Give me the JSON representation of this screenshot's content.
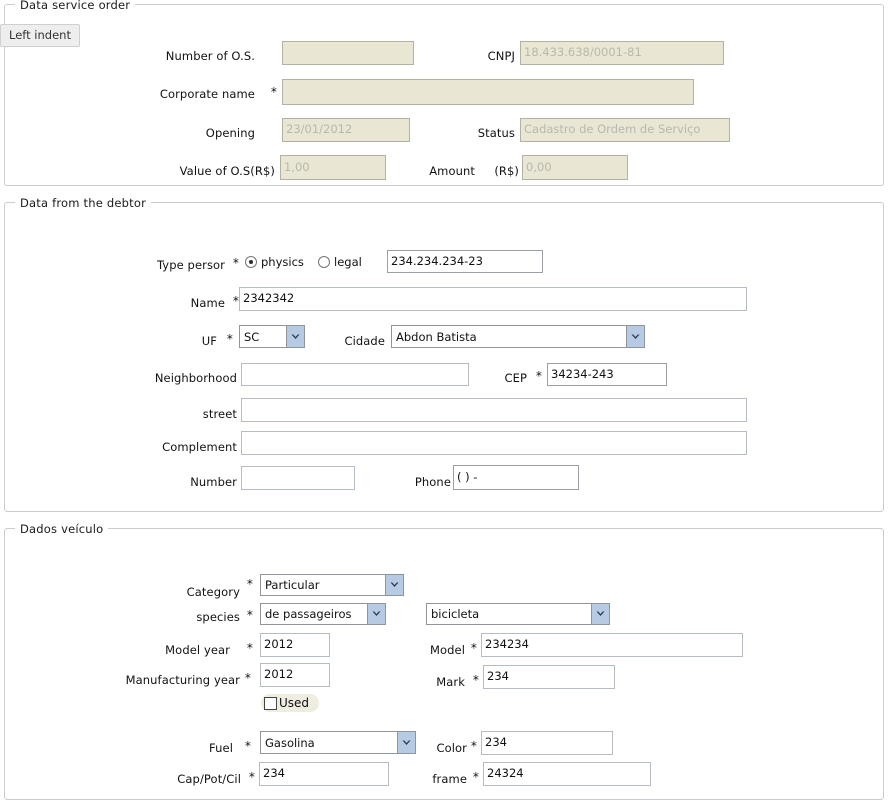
{
  "tooltip": {
    "text": "Left indent"
  },
  "service_order": {
    "legend": "Data service order",
    "fields": {
      "number_label": "Number of O.S.",
      "number_value": "",
      "cnpj_label": "CNPJ",
      "cnpj_value": "18.433.638/0001-81",
      "corporate_name_label": "Corporate name",
      "corporate_name_req": "*",
      "corporate_name_value": "",
      "opening_label": "Opening",
      "opening_value": "23/01/2012",
      "status_label": "Status",
      "status_value": "Cadastro de Ordem de Serviço",
      "value_os_label": "Value of O.S(R$)",
      "value_os_value": "1,00",
      "amount_label": "Amount",
      "amount_currency_label": "(R$)",
      "amount_value": "0,00"
    }
  },
  "debtor": {
    "legend": "Data from the debtor",
    "fields": {
      "type_person_label": "Type persor",
      "type_person_req": "*",
      "radio_physics_label": "physics",
      "radio_legal_label": "legal",
      "radio_selected": "physics",
      "document_value": "234.234.234-23",
      "name_label": "Name",
      "name_req": "*",
      "name_value": "2342342",
      "uf_label": "UF",
      "uf_req": "*",
      "uf_value": "SC",
      "city_label": "Cidade",
      "city_value": "Abdon Batista",
      "neighborhood_label": "Neighborhood",
      "neighborhood_value": "",
      "cep_label": "CEP",
      "cep_req": "*",
      "cep_value": "34234-243",
      "street_label": "street",
      "street_value": "",
      "complement_label": "Complement",
      "complement_value": "",
      "number_label": "Number",
      "number_value": "",
      "phone_label": "Phone",
      "phone_value": "(  )   -"
    }
  },
  "vehicle": {
    "legend": "Dados veículo",
    "fields": {
      "category_label": "Category",
      "category_req": "*",
      "category_value": "Particular",
      "species_label": "species",
      "species_req": "*",
      "species_value": "de passageiros",
      "species_type_value": "bicicleta",
      "model_year_label": "Model year",
      "model_year_req": "*",
      "model_year_value": "2012",
      "model_label": "Model",
      "model_req": "*",
      "model_value": "234234",
      "manufacturing_year_label": "Manufacturing year",
      "manufacturing_year_req": "*",
      "manufacturing_year_value": "2012",
      "mark_label": "Mark",
      "mark_req": "*",
      "mark_value": "234",
      "used_label": "Used",
      "used_checked": false,
      "fuel_label": "Fuel",
      "fuel_req": "*",
      "fuel_value": "Gasolina",
      "color_label": "Color",
      "color_req": "*",
      "color_value": "234",
      "cap_pot_cil_label": "Cap/Pot/Cil",
      "cap_pot_cil_req": "*",
      "cap_pot_cil_value": "234",
      "frame_label": "frame",
      "frame_req": "*",
      "frame_value": "24324"
    }
  },
  "colors": {
    "cream_field": "#e9e7d4",
    "dropdown_arrow": "#b6cae4",
    "group_border": "#c9cdd2",
    "tooltip_bg": "#eeeeee"
  }
}
